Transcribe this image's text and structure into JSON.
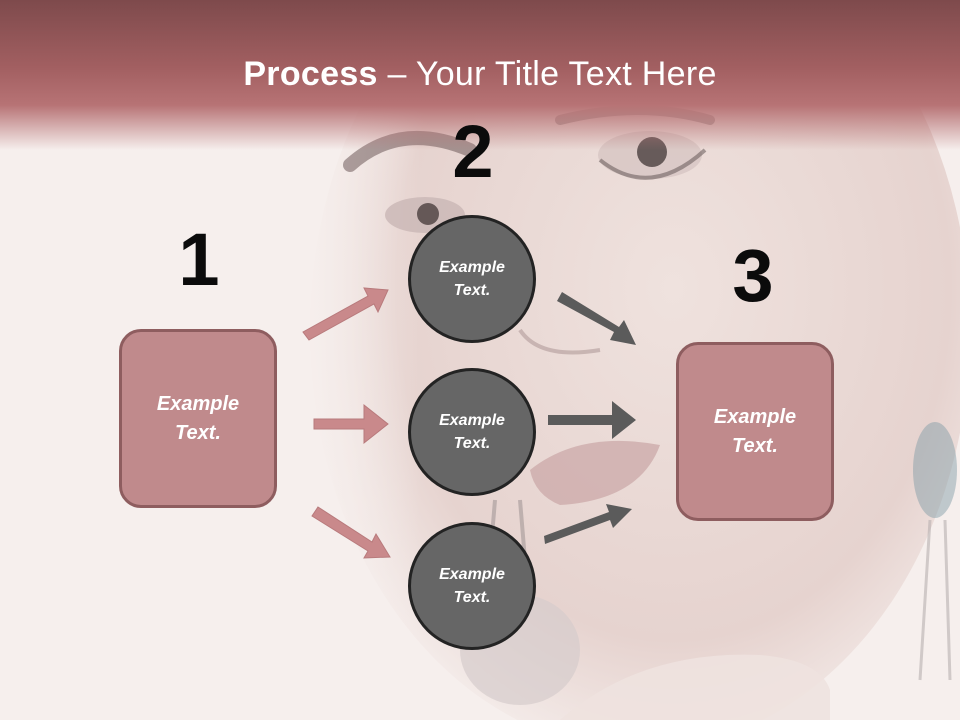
{
  "slide": {
    "title_strong": "Process",
    "title_rest": " – Your Title Text Here"
  },
  "steps": {
    "one": {
      "number": "1",
      "text": "Example\nText."
    },
    "two": {
      "number": "2",
      "circles": [
        {
          "text": "Example\nText."
        },
        {
          "text": "Example\nText."
        },
        {
          "text": "Example\nText."
        }
      ]
    },
    "three": {
      "number": "3",
      "text": "Example\nText."
    }
  },
  "colors": {
    "title_band": "#a25f61",
    "box_fill": "#c08a8c",
    "box_border": "#8e5d5f",
    "circle_fill": "#666666",
    "circle_border": "#232323",
    "pink_arrow": "#c9898b",
    "gray_arrow": "#5b5b5b"
  }
}
